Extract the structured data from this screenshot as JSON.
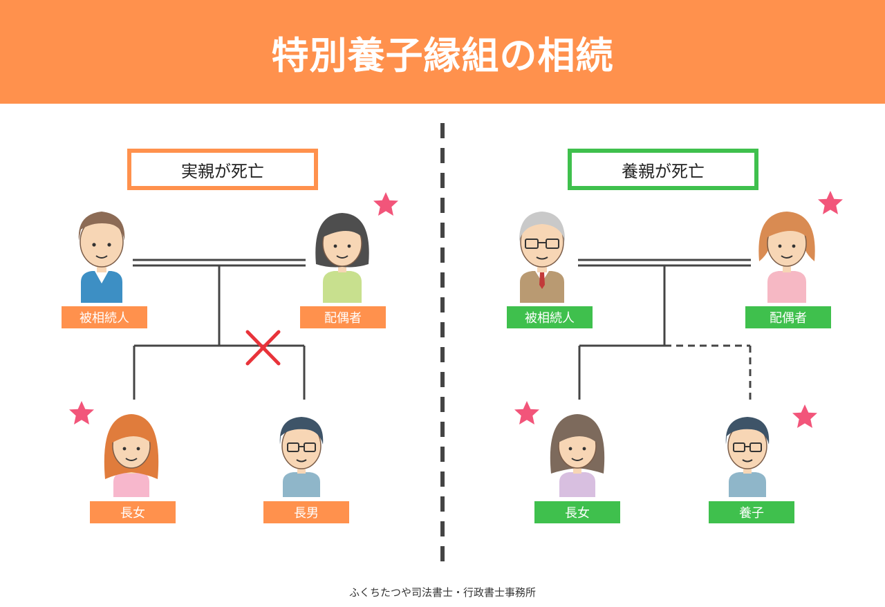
{
  "title": "特別養子縁組の相続",
  "left_panel": {
    "heading": "実親が死亡",
    "labels": {
      "decedent": "被相続人",
      "spouse": "配偶者",
      "eldest_daughter": "長女",
      "eldest_son": "長男"
    }
  },
  "right_panel": {
    "heading": "養親が死亡",
    "labels": {
      "decedent": "被相続人",
      "spouse": "配偶者",
      "eldest_daughter": "長女",
      "adopted_child": "養子"
    }
  },
  "footer": "ふくちたつや司法書士・行政書士事務所",
  "colors": {
    "header": "#ff914d",
    "orange": "#ff914d",
    "green": "#3fc04d",
    "star": "#f2557a",
    "cross": "#e8333a",
    "line": "#444444"
  },
  "icons": [
    "star-icon",
    "cross-icon"
  ]
}
